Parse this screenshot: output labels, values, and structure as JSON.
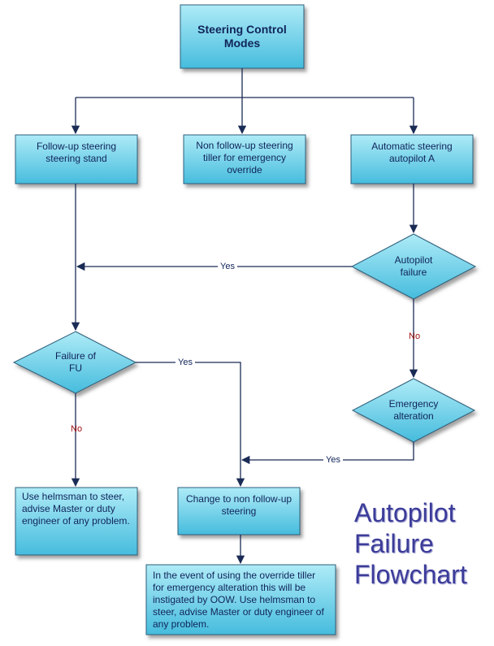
{
  "nodes": {
    "start": "Steering Control Modes",
    "follow_up": "Follow-up steering steering stand",
    "non_follow_up": "Non follow-up steering tiller for emergency override",
    "automatic": "Automatic steering autopilot A",
    "autopilot_failure": "Autopilot failure",
    "failure_fu": "Failure of FU",
    "emergency_alteration": "Emergency alteration",
    "use_helmsman": "Use helmsman to steer, advise Master or duty engineer of any problem.",
    "change_non_follow_up": "Change to non follow-up steering",
    "override_event": "In the event of using the override tiller for emergency alteration this will be instigated by OOW. Use helmsman to steer, advise Master or duty engineer of any problem."
  },
  "edges": {
    "autopilot_yes": "Yes",
    "autopilot_no": "No",
    "fu_yes": "Yes",
    "fu_no": "No",
    "emergency_yes": "Yes"
  },
  "title": {
    "line1": "Autopilot",
    "line2": "Failure",
    "line3": "Flowchart"
  },
  "colors": {
    "box_fill_top": "#9fe6f4",
    "box_fill_bottom": "#47bedf",
    "box_border": "#2e5f7a",
    "line": "#1a2b55",
    "text": "#10245a",
    "title": "#3c3c9a"
  }
}
